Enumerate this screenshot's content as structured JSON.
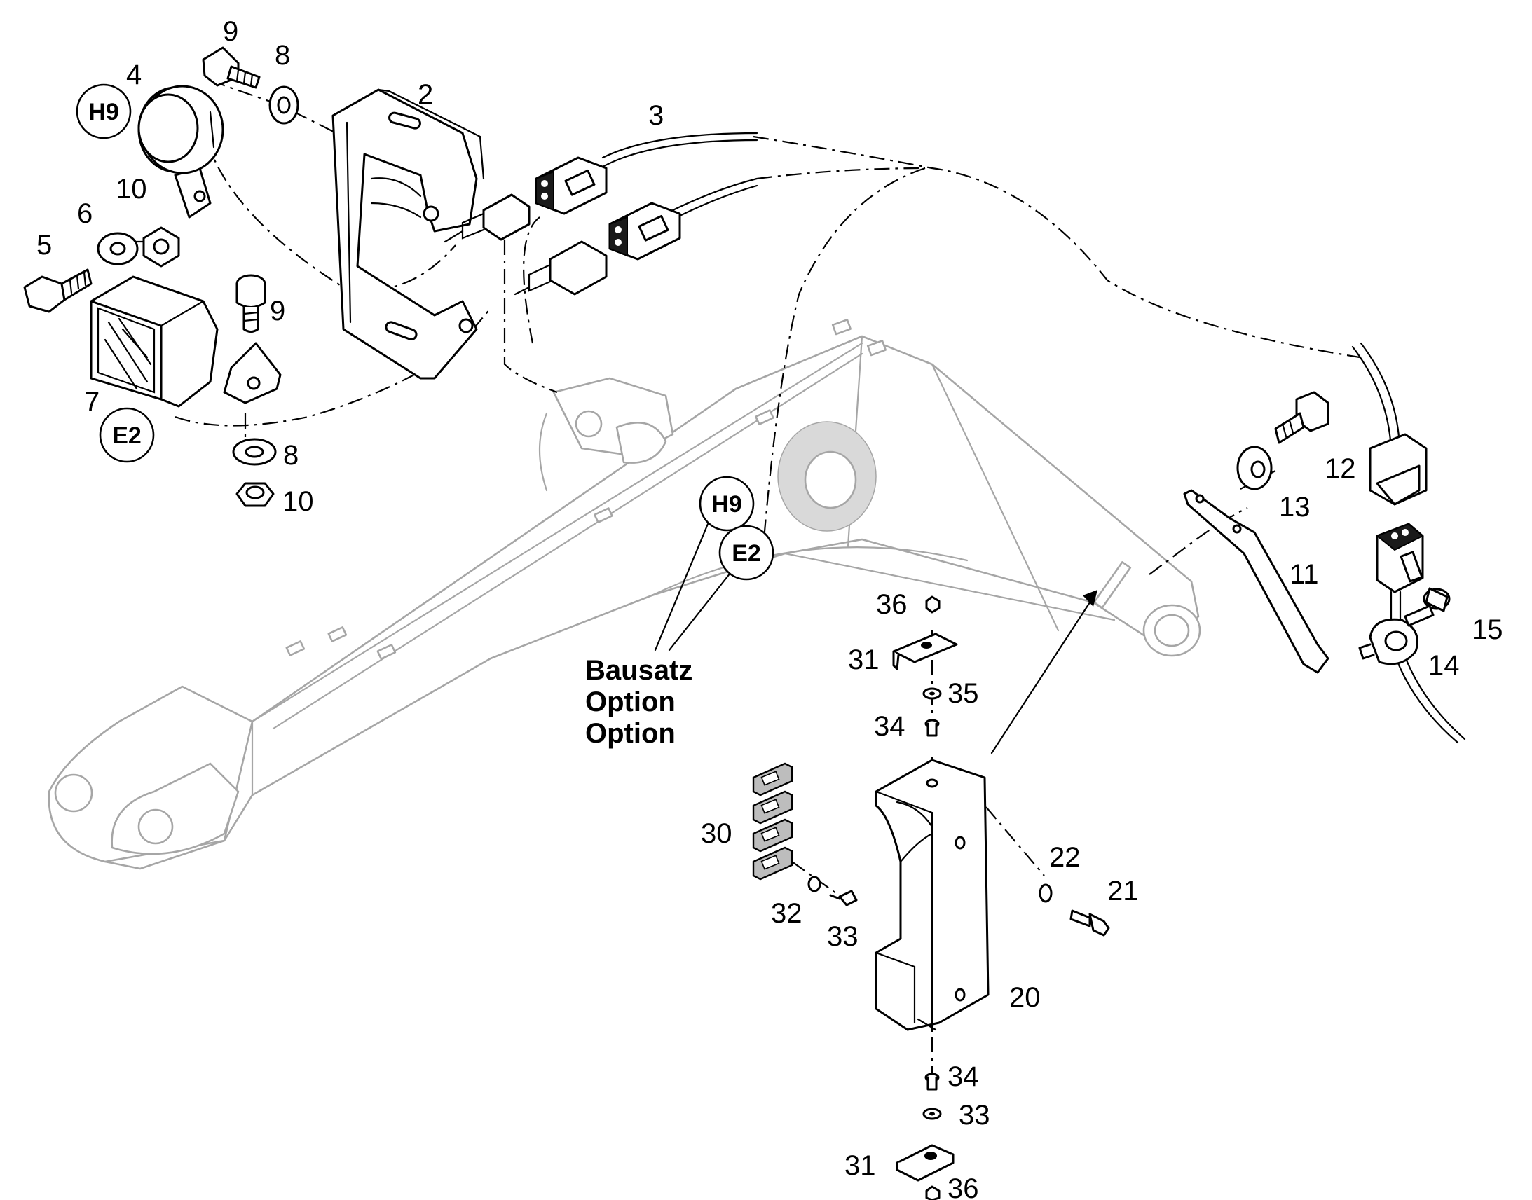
{
  "callouts": {
    "c2": "2",
    "c3": "3",
    "c4": "4",
    "c5": "5",
    "c6": "6",
    "c7": "7",
    "c8a": "8",
    "c8b": "8",
    "c9a": "9",
    "c9b": "9",
    "c10a": "10",
    "c10b": "10",
    "c11": "11",
    "c12": "12",
    "c13": "13",
    "c14": "14",
    "c15": "15",
    "c20": "20",
    "c21": "21",
    "c22": "22",
    "c30": "30",
    "c31a": "31",
    "c31b": "31",
    "c32": "32",
    "c33a": "33",
    "c33b": "33",
    "c34a": "34",
    "c34b": "34",
    "c35": "35",
    "c36a": "36",
    "c36b": "36"
  },
  "circle_labels": {
    "h9_top": "H9",
    "e2_left": "E2",
    "h9_center": "H9",
    "e2_center": "E2"
  },
  "note": {
    "line1": "Bausatz",
    "line2": "Option",
    "line3": "Option"
  }
}
